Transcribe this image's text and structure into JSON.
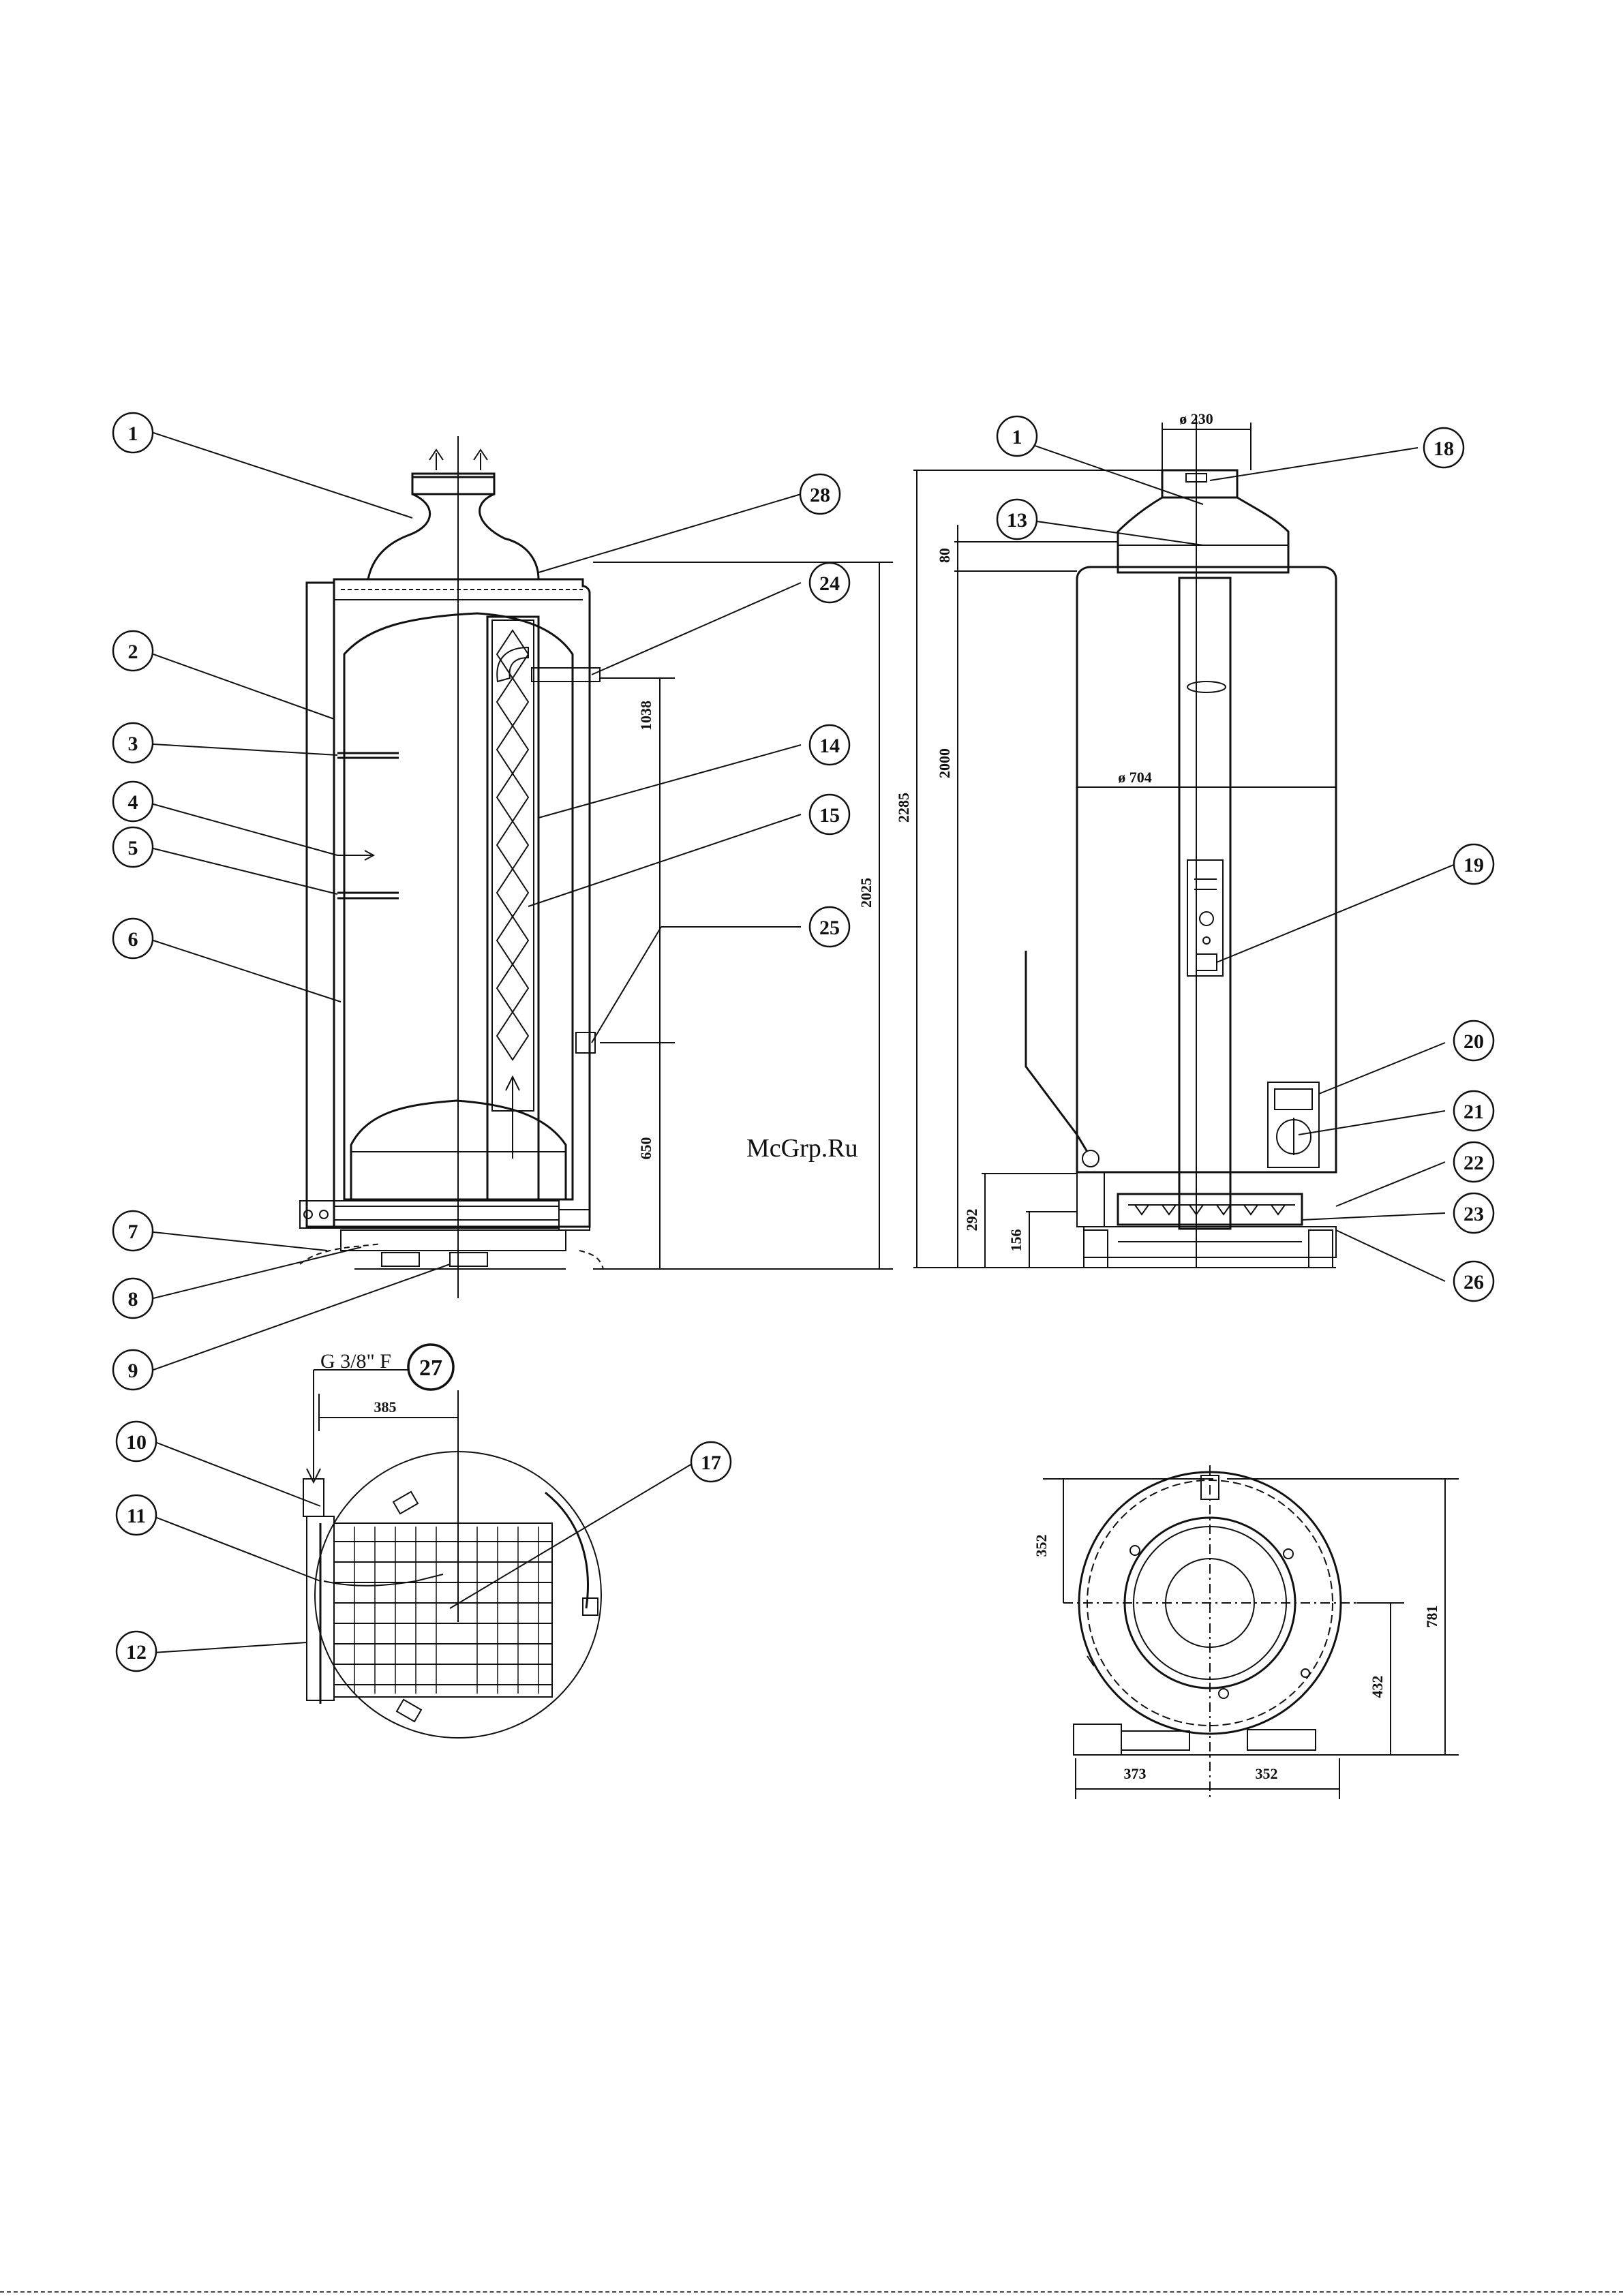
{
  "watermark": "McGrp.Ru",
  "callouts": {
    "c1": "1",
    "c2": "2",
    "c3": "3",
    "c4": "4",
    "c5": "5",
    "c6": "6",
    "c7": "7",
    "c8": "8",
    "c9": "9",
    "c10": "10",
    "c11": "11",
    "c12": "12",
    "c13": "13",
    "c14": "14",
    "c15": "15",
    "c17": "17",
    "c18": "18",
    "c19": "19",
    "c20": "20",
    "c21": "21",
    "c22": "22",
    "c23": "23",
    "c24": "24",
    "c25": "25",
    "c26": "26",
    "c27": "27",
    "c28": "28",
    "c1b": "1"
  },
  "dimensions": {
    "d2025": "2025",
    "d1038": "1038",
    "d650": "650",
    "d2285": "2285",
    "d2000": "2000",
    "d80": "80",
    "d292": "292",
    "d156": "156",
    "dia230": "ø 230",
    "dia704": "ø 704",
    "d385": "385",
    "d352a": "352",
    "d781": "781",
    "d432": "432",
    "d373": "373",
    "d352b": "352"
  },
  "gas_connection": "G 3/8\" F"
}
